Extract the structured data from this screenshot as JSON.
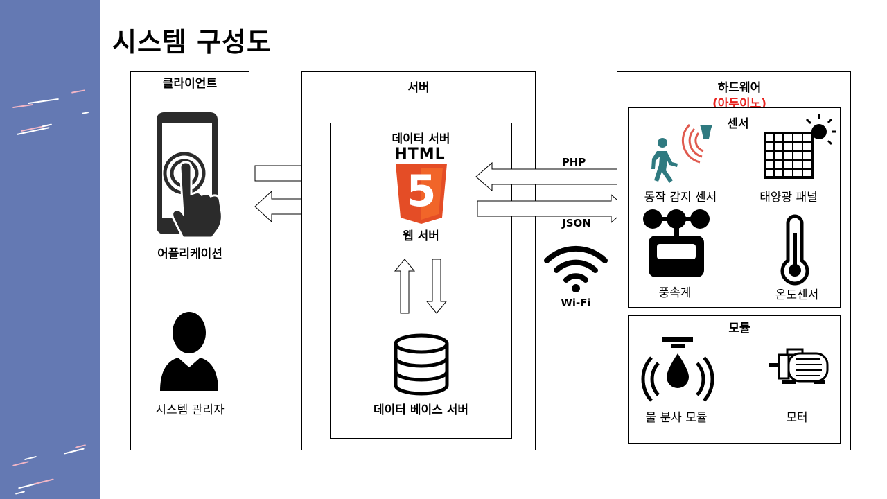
{
  "slide": {
    "title": "시스템 구성도"
  },
  "client": {
    "title": "클라이언트",
    "app_label": "어플리케이션",
    "admin_label": "시스템 관리자"
  },
  "server": {
    "title": "서버",
    "data_server_title": "데이터 서버",
    "html_text": "HTML",
    "html_badge": "5",
    "web_server_label": "웹 서버",
    "db_server_label": "데이터 베이스 서버"
  },
  "connection": {
    "php_label": "PHP",
    "json_label": "JSON",
    "wifi_label": "Wi-Fi"
  },
  "hardware": {
    "title": "하드웨어",
    "subtitle": "(아두이노)",
    "sensors": {
      "title": "센서",
      "motion": "동작 감지 센서",
      "solar": "태양광 패널",
      "anemometer": "풍속계",
      "temperature": "온도센서"
    },
    "modules": {
      "title": "모듈",
      "sprinkler": "물 분사 모듈",
      "motor": "모터"
    }
  },
  "colors": {
    "sidebar": "#6479b3",
    "html5_orange": "#e44d26",
    "html5_light": "#f16529",
    "accent_red": "#e8231f",
    "motion_teal": "#2f7a80",
    "signal_coral": "#e05a4f"
  }
}
